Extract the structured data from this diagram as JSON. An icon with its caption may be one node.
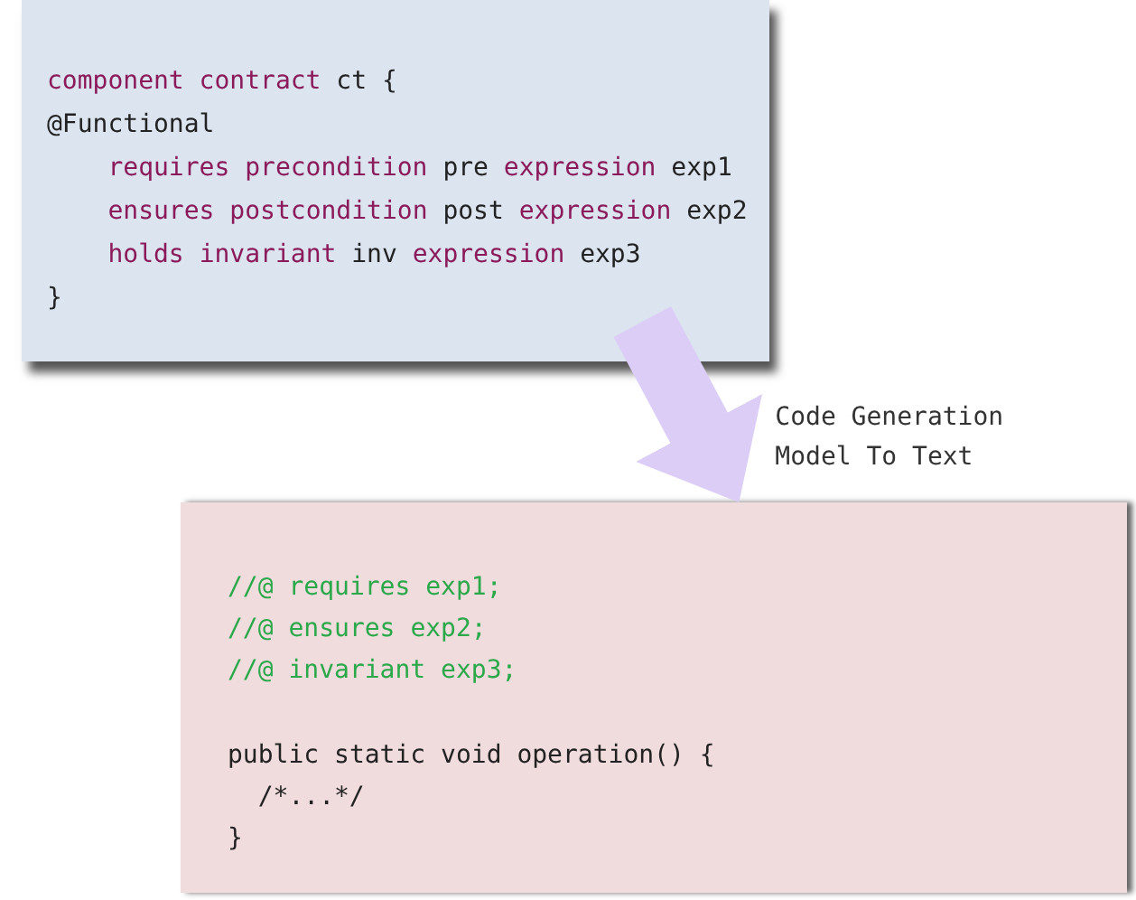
{
  "diagram": {
    "nodes": [
      {
        "text": [
          "component contract ct {",
          "@Functional",
          "requires precondition pre expression exp1",
          "ensures postcondition post expression exp2",
          "holds invariant inv expression exp3",
          "}"
        ]
      },
      {
        "text": [
          "//@ requires exp1;",
          "//@ ensures exp2;",
          "//@ invariant exp3;",
          "public static void operation() {",
          "/*...*/",
          "}"
        ]
      }
    ],
    "edges": [
      {
        "from": 0,
        "to": 1,
        "arrow": "to",
        "label": "Code Generation Model To Text"
      }
    ]
  }
}
